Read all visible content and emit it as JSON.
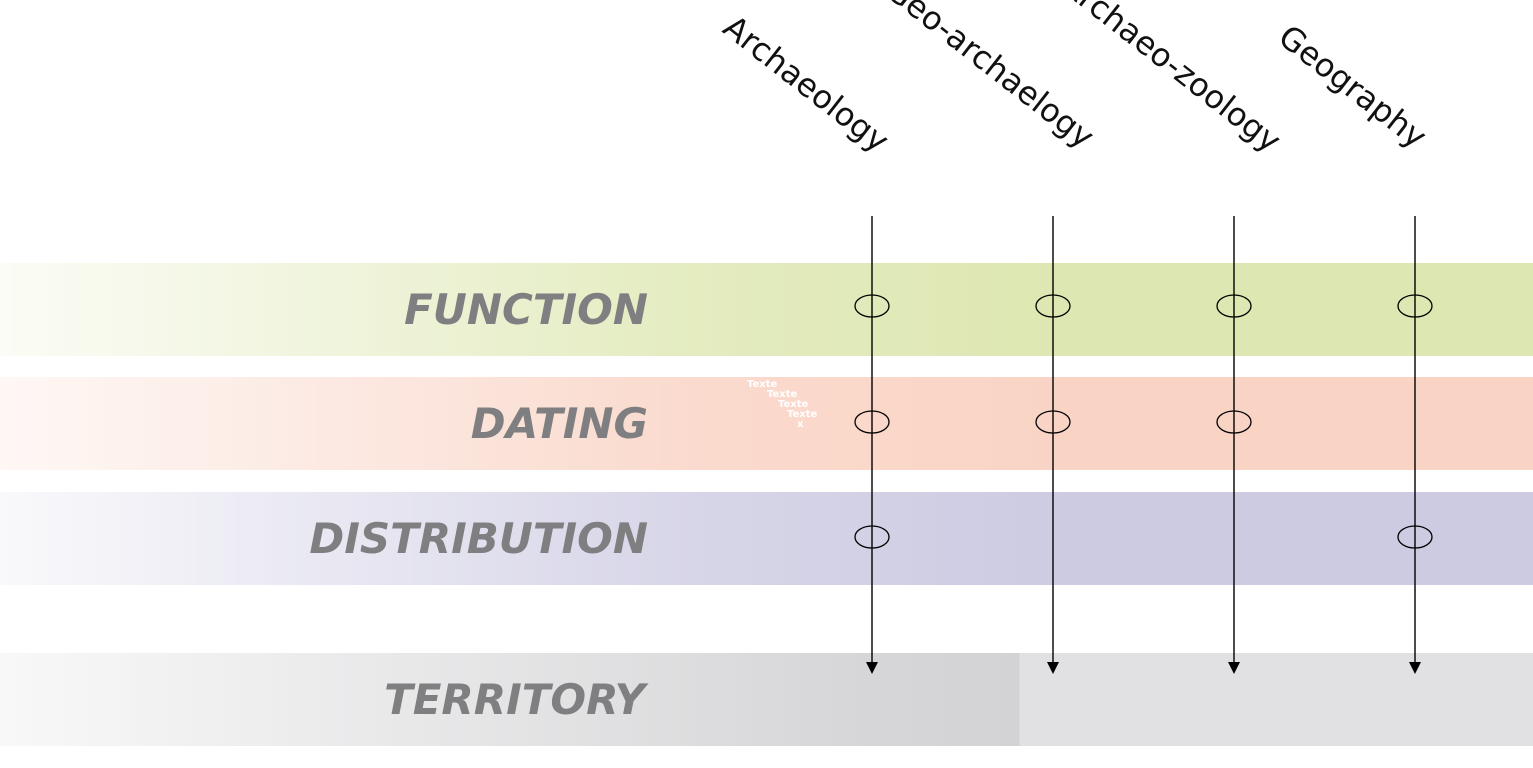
{
  "columns": [
    {
      "label": "Archaeology"
    },
    {
      "label": "Geo-archaelogy"
    },
    {
      "label": "Archaeo-zoology"
    },
    {
      "label": "Geography"
    }
  ],
  "rows": [
    {
      "label": "FUNCTION",
      "color": "#dde7b1",
      "markers": [
        true,
        true,
        true,
        true
      ]
    },
    {
      "label": "DATING",
      "color": "#f9d4c5",
      "markers": [
        true,
        true,
        true,
        false
      ]
    },
    {
      "label": "DISTRIBUTION",
      "color": "#cdcbe2",
      "markers": [
        true,
        false,
        false,
        true
      ]
    }
  ],
  "target": {
    "label": "TERRITORY",
    "color": "#dcdcde"
  },
  "placeholder_text": [
    "Texte",
    "Texte",
    "Texte",
    "Texte",
    "x"
  ]
}
